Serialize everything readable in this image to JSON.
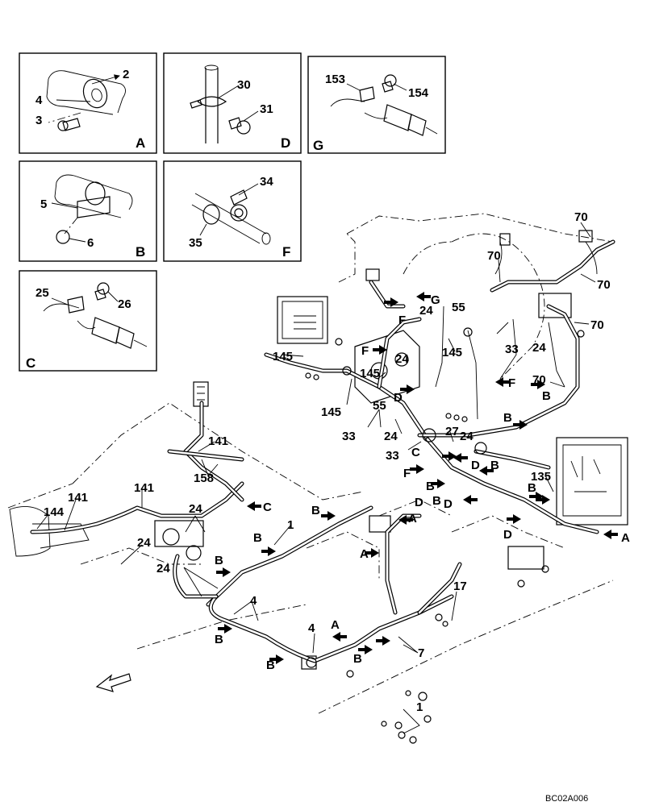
{
  "drawing_id": "BC02A006",
  "detail_panels": [
    {
      "letter": "A",
      "parts": [
        "2",
        "4",
        "3"
      ]
    },
    {
      "letter": "D",
      "parts": [
        "30",
        "31"
      ]
    },
    {
      "letter": "G",
      "parts": [
        "153",
        "154"
      ]
    },
    {
      "letter": "B",
      "parts": [
        "5",
        "6"
      ]
    },
    {
      "letter": "F",
      "parts": [
        "34",
        "35"
      ]
    },
    {
      "letter": "C",
      "parts": [
        "25",
        "26"
      ]
    }
  ],
  "part_labels": {
    "p70": "70",
    "p145": "145",
    "p24": "24",
    "p55": "55",
    "p33": "33",
    "p27": "27",
    "p135": "135",
    "p141": "141",
    "p158": "158",
    "p144": "144",
    "p1": "1",
    "p4": "4",
    "p7": "7",
    "p17": "17"
  },
  "view_letters": {
    "A": "A",
    "B": "B",
    "C": "C",
    "D": "D",
    "F": "F",
    "G": "G"
  }
}
